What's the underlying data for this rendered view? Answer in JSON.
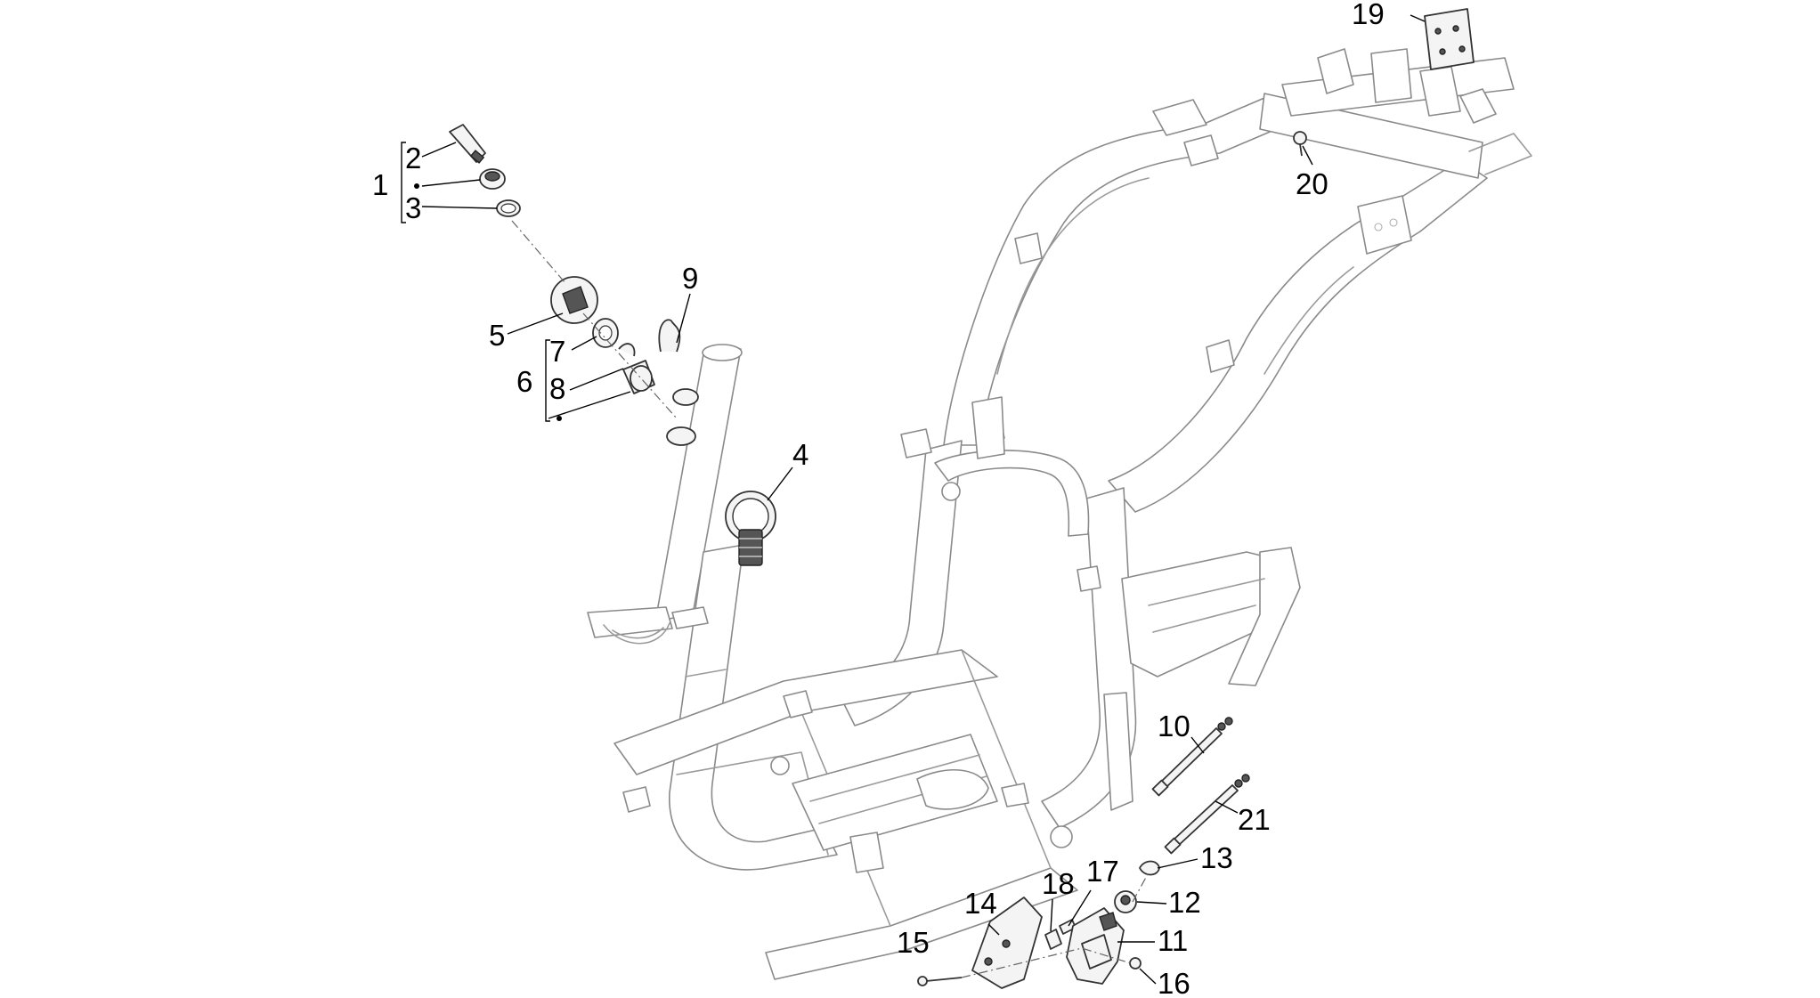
{
  "callouts": {
    "c1": "1",
    "c2": "2",
    "c3": "3",
    "c4": "4",
    "c5": "5",
    "c6": "6",
    "c7": "7",
    "c8": "8",
    "c9": "9",
    "c10": "10",
    "c11": "11",
    "c12": "12",
    "c13": "13",
    "c14": "14",
    "c15": "15",
    "c16": "16",
    "c17": "17",
    "c18": "18",
    "c19": "19",
    "c20": "20",
    "c21": "21"
  },
  "colors": {
    "frame_line": "#9a9a9a",
    "component_line": "#333333",
    "label": "#000000",
    "background": "#ffffff"
  },
  "icons": {
    "bracket": "square-bracket",
    "group_marker": "dot"
  }
}
